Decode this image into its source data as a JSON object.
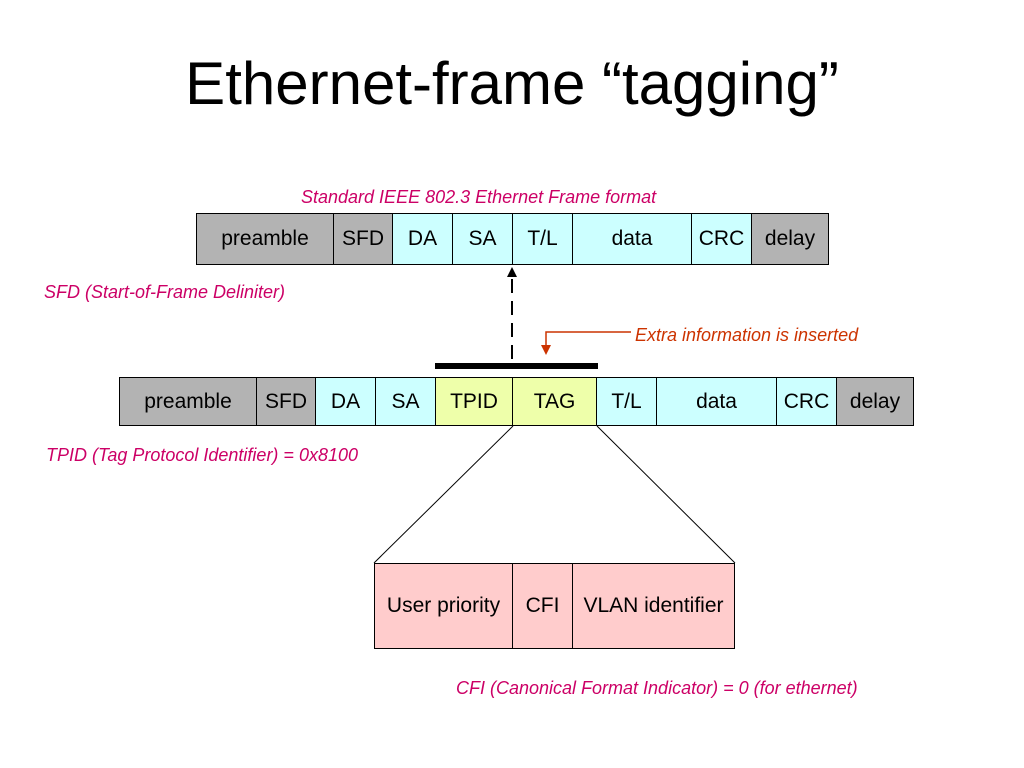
{
  "title": "Ethernet-frame “tagging”",
  "captions": {
    "standard": "Standard IEEE 802.3 Ethernet Frame format",
    "sfd": "SFD (Start-of-Frame Deliniter)",
    "extra": "Extra information is inserted",
    "tpid": "TPID (Tag Protocol Identifier) = 0x8100",
    "cfi": "CFI (Canonical Format Indicator) = 0 (for ethernet)"
  },
  "standard_frame": [
    "preamble",
    "SFD",
    "DA",
    "SA",
    "T/L",
    "data",
    "CRC",
    "delay"
  ],
  "tagged_frame": [
    "preamble",
    "SFD",
    "DA",
    "SA",
    "TPID",
    "TAG",
    "T/L",
    "data",
    "CRC",
    "delay"
  ],
  "tag_fields": {
    "user_priority": "User priority",
    "cfi": "CFI",
    "vlan_id": "VLAN identifier"
  },
  "colors": {
    "gray": "#b3b3b3",
    "cyan": "#ccffff",
    "yellow": "#eeffaa",
    "pink": "#ffcccc",
    "caption": "#cc0066",
    "arrow": "#cc3300"
  }
}
